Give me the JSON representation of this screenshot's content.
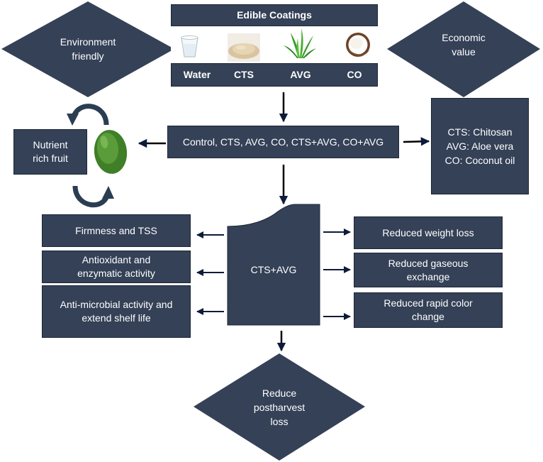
{
  "colors": {
    "box_fill": "#344157",
    "box_border": "#1d2636",
    "arrow": "#0d1b3a",
    "text": "#ffffff"
  },
  "coatings": {
    "title": "Edible Coatings",
    "items": [
      {
        "label": "Water",
        "icon": "water-glass-icon"
      },
      {
        "label": "CTS",
        "icon": "chitosan-powder-icon"
      },
      {
        "label": "AVG",
        "icon": "aloe-vera-icon"
      },
      {
        "label": "CO",
        "icon": "coconut-icon"
      }
    ]
  },
  "diamonds": {
    "environment": "Environment\nfriendly",
    "economic": "Economic\nvalue",
    "reduce": "Reduce\npostharvest\nloss"
  },
  "treatments": "Control, CTS, AVG, CO, CTS+AVG, CO+AVG",
  "legend": "CTS: Chitosan\nAVG: Aloe vera\nCO: Coconut oil",
  "nutrient": "Nutrient\nrich fruit",
  "center": "CTS+AVG",
  "left_effects": [
    "Firmness and TSS",
    "Antioxidant and\nenzymatic activity",
    "Anti-microbial activity and\nextend shelf life"
  ],
  "right_effects": [
    "Reduced weight loss",
    "Reduced gaseous\nexchange",
    "Reduced rapid color\nchange"
  ]
}
